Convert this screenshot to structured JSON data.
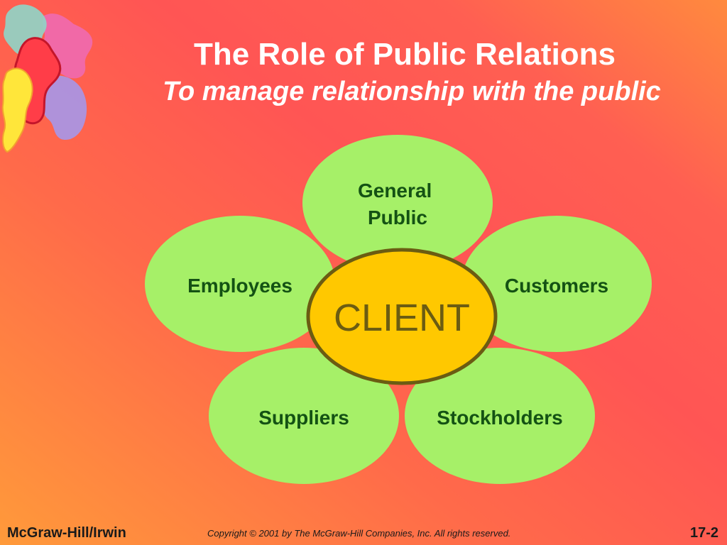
{
  "slide": {
    "title": "The Role of Public Relations",
    "subtitle": "To manage relationship with the public"
  },
  "diagram": {
    "center": "CLIENT",
    "petals": {
      "top": [
        "General",
        "Public"
      ],
      "left": "Employees",
      "right": "Customers",
      "bottom_left": "Suppliers",
      "bottom_right": "Stockholders"
    }
  },
  "footer": {
    "publisher": "McGraw-Hill/Irwin",
    "copyright": "Copyright © 2001 by The McGraw-Hill Companies, Inc.  All rights reserved.",
    "slide_number": "17-2"
  },
  "colors": {
    "petal": "#a6f068",
    "center": "#ffc800",
    "center_border": "#6b5c12",
    "petal_text": "#145214",
    "title": "#ffffff"
  },
  "icons": [
    "puzzle-pieces-logo-icon"
  ]
}
